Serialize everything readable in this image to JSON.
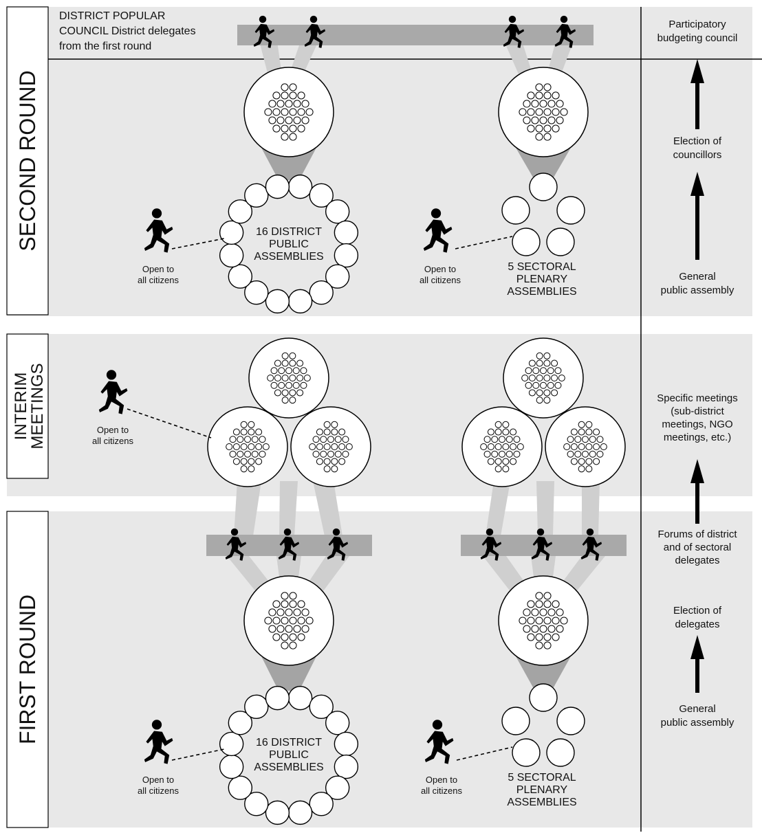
{
  "rounds": {
    "second": "SECOND ROUND",
    "interim": [
      "INTERIM",
      "MEETINGS"
    ],
    "first": "FIRST ROUND"
  },
  "council": {
    "label": [
      "DISTRICT POPULAR",
      "COUNCIL District delegates",
      "from the first round"
    ]
  },
  "assemblies": {
    "district": [
      "16 DISTRICT",
      "PUBLIC",
      "ASSEMBLIES"
    ],
    "sectoral": [
      "5 SECTORAL",
      "PLENARY",
      "ASSEMBLIES"
    ]
  },
  "open_to": [
    "Open to",
    "all citizens"
  ],
  "sidebar": {
    "participatory": [
      "Participatory",
      "budgeting council"
    ],
    "election_councillors": [
      "Election of",
      "councillors"
    ],
    "general_public_1": [
      "General",
      "public assembly"
    ],
    "specific_meetings": [
      "Specific meetings",
      "(sub-district",
      "meetings, NGO",
      "meetings, etc.)"
    ],
    "forums": [
      "Forums of district",
      "and of sectoral",
      "delegates"
    ],
    "election_delegates": [
      "Election of",
      "delegates"
    ],
    "general_public_2": [
      "General",
      "public assembly"
    ]
  },
  "colors": {
    "panel": "#e8e8e8",
    "band": "#a9a9a9",
    "beam_dark": "#a4a4a4",
    "beam_light": "#cfcfcf",
    "ink": "#000000"
  }
}
